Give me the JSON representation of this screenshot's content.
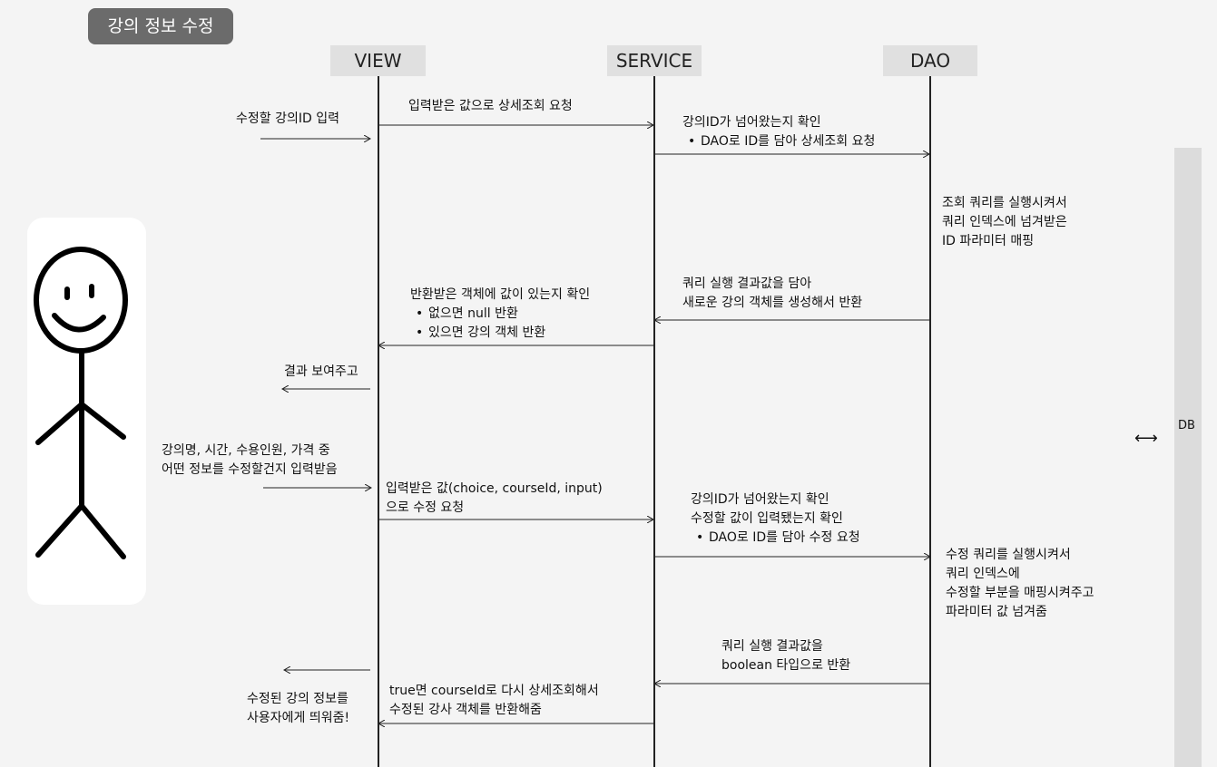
{
  "title": "강의 정보 수정",
  "lanes": {
    "view": "VIEW",
    "service": "SERVICE",
    "dao": "DAO",
    "db": "DB"
  },
  "notes": {
    "n1": "수정할 강의ID 입력",
    "n2": "입력받은 값으로 상세조회 요청",
    "n3": [
      "강의ID가 넘어왔는지 확인",
      "DAO로 ID를 담아 상세조회 요청"
    ],
    "n4": [
      "조회 쿼리를 실행시켜서",
      "쿼리 인덱스에 넘겨받은",
      "ID 파라미터 매핑"
    ],
    "n5": [
      "쿼리 실행 결과값을 담아",
      "새로운 강의 객체를 생성해서 반환"
    ],
    "n6": [
      "반환받은 객체에 값이 있는지 확인",
      "없으면 null 반환",
      "있으면 강의 객체 반환"
    ],
    "n7": "결과 보여주고",
    "n8": [
      "강의명, 시간, 수용인원, 가격 중",
      "어떤 정보를 수정할건지 입력받음"
    ],
    "n9": [
      "입력받은 값(choice, courseId, input)",
      "으로 수정 요청"
    ],
    "n10": [
      "강의ID가 넘어왔는지 확인",
      "수정할 값이 입력됐는지 확인",
      "DAO로 ID를 담아 수정 요청"
    ],
    "n11": [
      "수정 쿼리를 실행시켜서",
      "쿼리 인덱스에",
      "수정할 부분을 매핑시켜주고",
      "파라미터 값 넘겨줌"
    ],
    "n12": [
      "쿼리 실행 결과값을",
      "boolean 타입으로 반환"
    ],
    "n13": [
      "true면 courseId로 다시 상세조회해서",
      "수정된 강사 객체를 반환해줌"
    ],
    "n14": [
      "수정된 강의 정보를",
      "사용자에게 띄워줌!"
    ]
  },
  "db_arrow_glyph": "⟷"
}
